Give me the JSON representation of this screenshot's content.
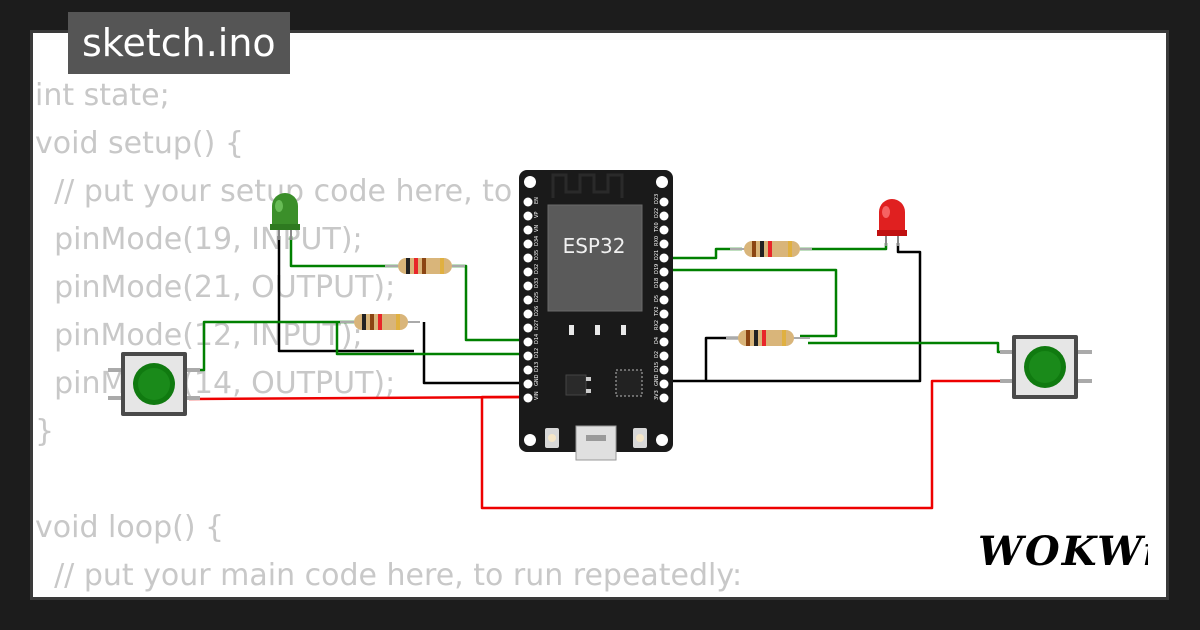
{
  "header": {
    "filename": "sketch.ino"
  },
  "code": {
    "lines": [
      "int state;",
      "void setup() {",
      "  // put your setup code here, to run once:",
      "  pinMode(19, INPUT);",
      "  pinMode(21, OUTPUT);",
      "  pinMode(12, INPUT);",
      "  pinMode(14, OUTPUT);",
      "}",
      "",
      "void loop() {",
      "  // put your main code here, to run repeatedly:"
    ]
  },
  "board": {
    "chip_label": "ESP32",
    "left_pins": [
      "EN",
      "VP",
      "VN",
      "D34",
      "D35",
      "D32",
      "D33",
      "D25",
      "D26",
      "D27",
      "D14",
      "D12",
      "D13",
      "GND",
      "VIN"
    ],
    "right_pins": [
      "D23",
      "D22",
      "TX0",
      "RX0",
      "D21",
      "D19",
      "D18",
      "D5",
      "TX2",
      "RX2",
      "D4",
      "D2",
      "D15",
      "GND",
      "3V3"
    ]
  },
  "components": {
    "led_green_color": "#2e8b2e",
    "led_red_color": "#e02020"
  },
  "colors": {
    "wire_green": "#008000",
    "wire_red": "#ee0000",
    "wire_black": "#000000",
    "background": "#ffffff",
    "frame": "#1c1c1c"
  },
  "brand": {
    "logo_text": "WOKWi"
  }
}
